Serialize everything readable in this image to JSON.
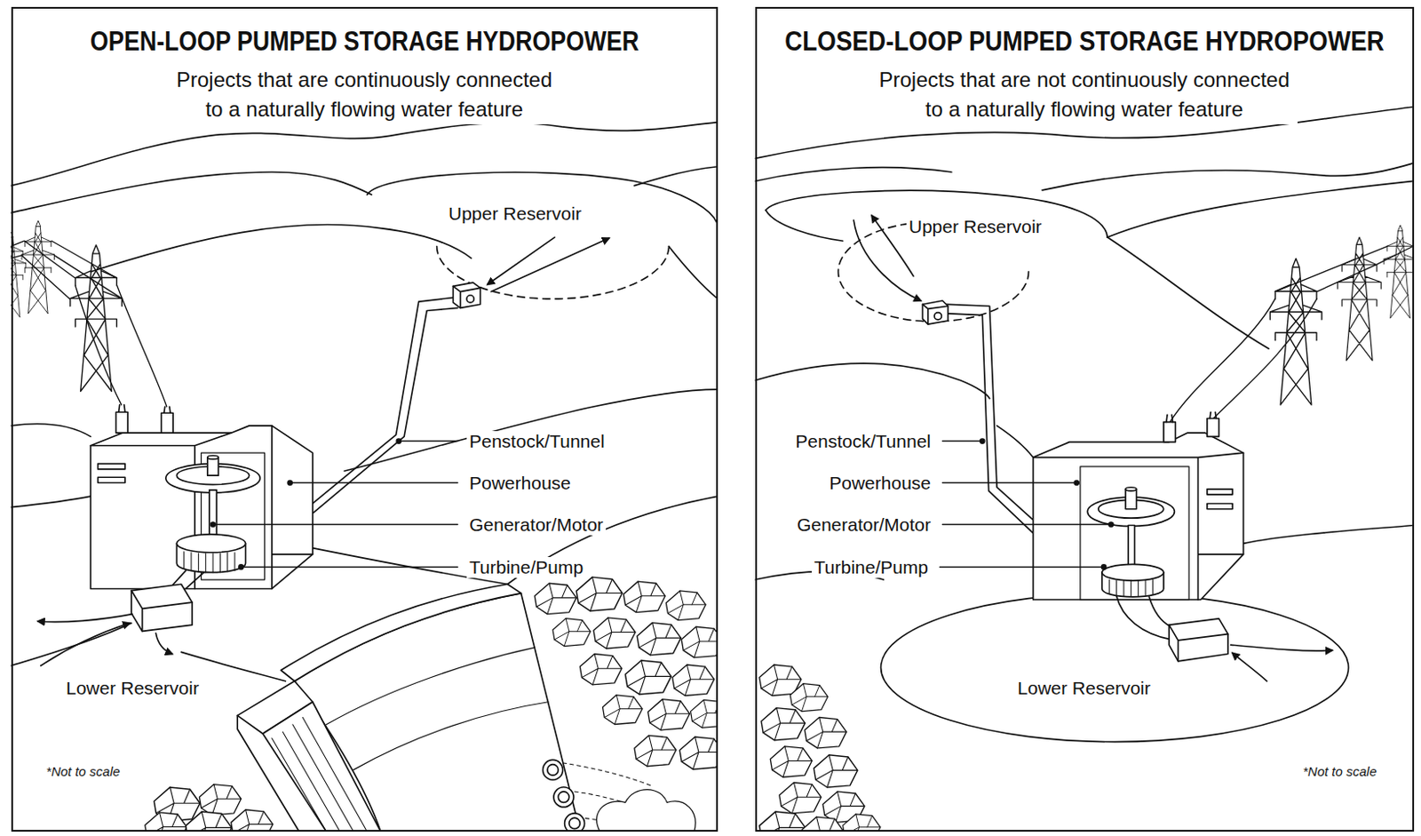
{
  "diagram": {
    "nodes": [
      {
        "text": [
          "OPEN-LOOP PUMPED STORAGE HYDROPOWER",
          "Projects that are continuously connected to a naturally flowing water feature"
        ]
      },
      {
        "text": [
          "CLOSED-LOOP PUMPED STORAGE HYDROPOWER",
          "Projects that are not continuously connected to a naturally flowing water feature"
        ]
      }
    ],
    "labels": [
      "Upper Reservoir",
      "Penstock/Tunnel",
      "Powerhouse",
      "Generator/Motor",
      "Turbine/Pump",
      "Lower Reservoir",
      "*Not to scale",
      "Upper Reservoir",
      "Penstock/Tunnel",
      "Powerhouse",
      "Generator/Motor",
      "Turbine/Pump",
      "Lower Reservoir",
      "*Not to scale"
    ]
  }
}
